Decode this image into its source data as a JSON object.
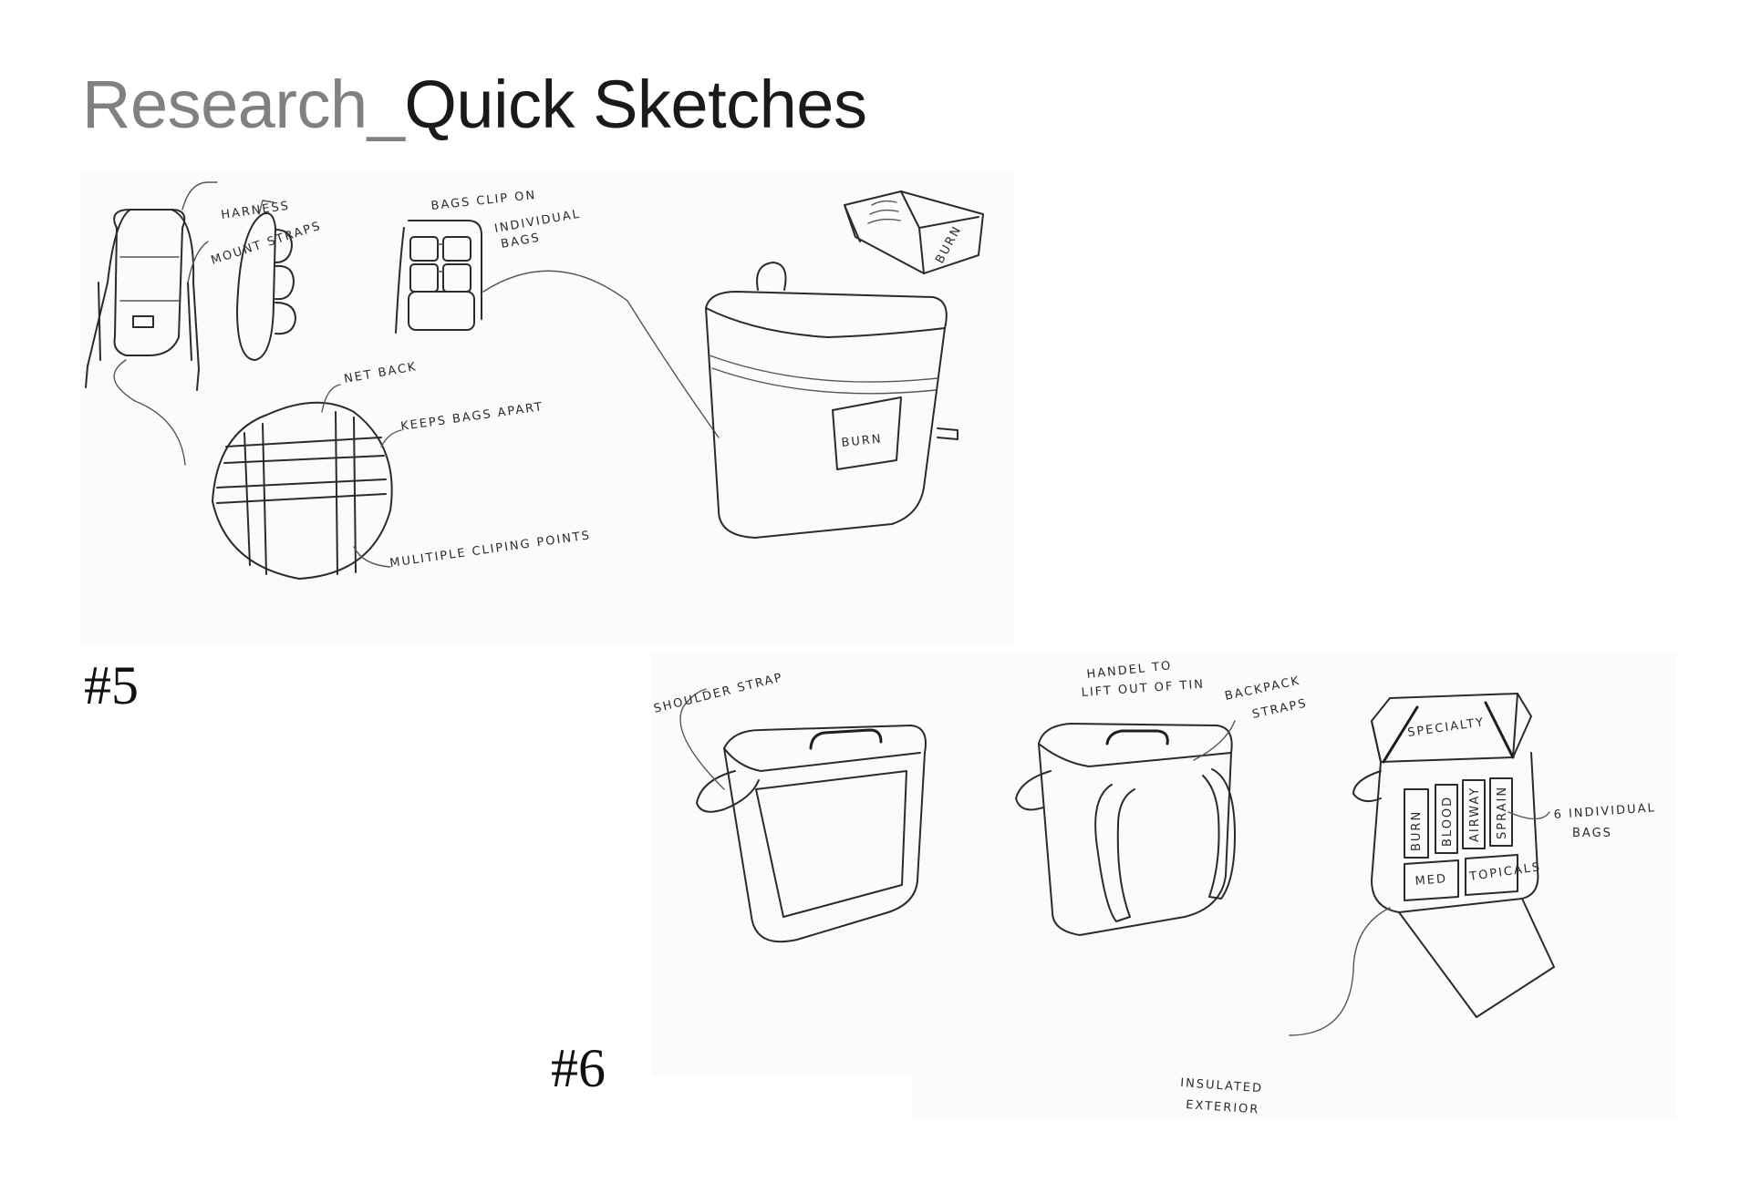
{
  "title": {
    "prefix": "Research_",
    "main": "Quick Sketches"
  },
  "sketch5": {
    "number": "#5",
    "labels": {
      "harness": "HARNESS",
      "mount_straps": "MOUNT STRAPS",
      "bags_clip_on": "BAGS CLIP ON",
      "individual": "INDIVIDUAL",
      "bags": "BAGS",
      "net_back": "NET BACK",
      "keeps_bags_apart": "KEEPS BAGS APART",
      "multiple_clipping_points": "MULITIPLE CLIPING POINTS",
      "burn_tag": "BURN",
      "burn_box": "BURN"
    }
  },
  "sketch6": {
    "number": "#6",
    "labels": {
      "shoulder_strap": "SHOULDER STRAP",
      "handel_to": "HANDEL TO",
      "lift_out_of_tin": "LIFT OUT OF TIN",
      "backpack": "BACKPACK",
      "straps": "STRAPS",
      "specialty": "SPECIALTY",
      "six_individual": "6 INDIVIDUAL",
      "bags": "BAGS",
      "insulated": "INSULATED",
      "exterior": "EXTERIOR",
      "burn": "BURN",
      "blood": "BLOOD",
      "airway": "AIRWAY",
      "sprain": "SPRAIN",
      "med": "MED",
      "topicals": "TOPICALS"
    }
  }
}
